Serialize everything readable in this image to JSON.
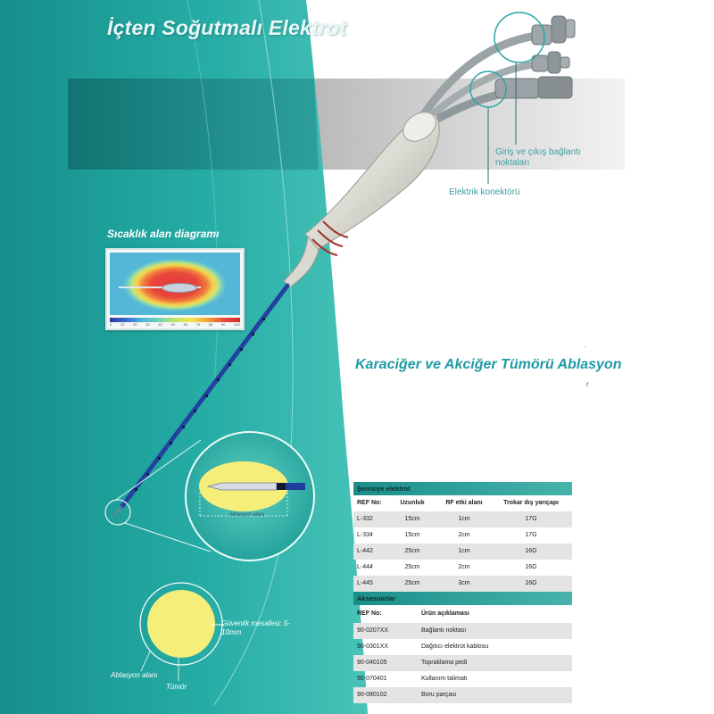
{
  "title": "İçten Soğutmalı Elektrot",
  "heat_diagram": {
    "title": "Sıcaklık alan  diagramı",
    "scale_ticks": [
      "0",
      "10",
      "20",
      "30",
      "40",
      "50",
      "60",
      "70",
      "80",
      "90",
      "100"
    ]
  },
  "callouts": {
    "ports": "Giriş ve çıkış bağlantı noktaları",
    "electric": "Elektrik konektörü"
  },
  "subtitle": "Karaciğer ve Akciğer Tümörü Ablasyon",
  "stray_dot": ".",
  "stray_r": "r",
  "zoom_label": "Ablasyon alanı",
  "tumor_diagram": {
    "safety_margin": "Güvenlik mesafesi: 5-10mm",
    "ablation_area": "Ablasyon alanı",
    "tumor": "Tümör"
  },
  "table1": {
    "title": "Şemsiye elektrot",
    "headers": [
      "REF No:",
      "Uzunluk",
      "RF etki alanı",
      "Trokar dış yarıçapı"
    ],
    "rows": [
      [
        "L-332",
        "15cm",
        "1cm",
        "17G"
      ],
      [
        "L-334",
        "15cm",
        "2cm",
        "17G"
      ],
      [
        "L-442",
        "25cm",
        "1cm",
        "16G"
      ],
      [
        "L-444",
        "25cm",
        "2cm",
        "16G"
      ],
      [
        "L-445",
        "25cm",
        "3cm",
        "16G"
      ]
    ]
  },
  "table2": {
    "title": "Aksesuarlar",
    "headers": [
      "REF No:",
      "Ürün açıklaması"
    ],
    "rows": [
      [
        "90-0207XX",
        "Bağlantı noktası"
      ],
      [
        "90-0301XX",
        "Dağıtıcı elektrot kablosu"
      ],
      [
        "90-040105",
        "Topraklama pedi"
      ],
      [
        "90-070401",
        "Kullanım talimatı"
      ],
      [
        "90-080102",
        "Boru parçası"
      ]
    ]
  },
  "colors": {
    "teal": "#1fa39d",
    "teal_dark": "#127c78",
    "accent_text": "#1f9aa6",
    "yellow": "#f6ee7a",
    "needle_blue": "#1f3e9c"
  }
}
